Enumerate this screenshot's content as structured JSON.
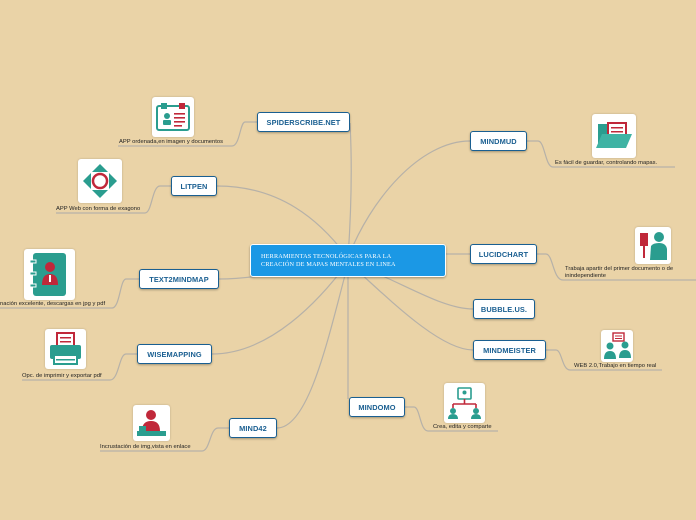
{
  "central": {
    "line1": "HERRAMIENTAS TECNOLÓGICAS PARA LA",
    "line2": "CREACIÓN DE MAPAS MENTALES EN LINEA"
  },
  "nodes": {
    "spiderscribe": {
      "label": "SPIDERSCRIBE.NET",
      "note": "APP ordenada,en imagen y documentos",
      "icon": "id-card-icon"
    },
    "litpen": {
      "label": "LITPEN",
      "note": "APP Web con forma de exagono",
      "icon": "directional-arrows-icon"
    },
    "text2mindmap": {
      "label": "TEXT2MINDMAP",
      "note": "nación excelente, descargas en jpg y pdf",
      "icon": "address-book-icon"
    },
    "wisemapping": {
      "label": "WISEMAPPING",
      "note": "Opc. de imprimir y exportar pdf",
      "icon": "printer-icon"
    },
    "mind42": {
      "label": "MIND42",
      "note": "Incrustación de img,vista en enlace",
      "icon": "user-desk-icon"
    },
    "mindmud": {
      "label": "MINDMUD",
      "note": "Es fácil de guardar, controlando mapas.",
      "icon": "folder-icon"
    },
    "lucidchart": {
      "label": "LUCIDCHART",
      "note1": "Trabaja apartir del primer documento o de",
      "note2": "inindependiente",
      "icon": "presenter-icon"
    },
    "bubble": {
      "label": "BUBBLE.US."
    },
    "mindmeister": {
      "label": "MINDMEISTER",
      "note": "WEB 2.0,Trabajo en tiempo real",
      "icon": "chat-users-icon"
    },
    "mindomo": {
      "label": "MINDOMO",
      "note": "Crea, edita y comparte",
      "icon": "org-chart-icon"
    }
  },
  "colors": {
    "background": "#ead3a7",
    "central_fill": "#1b98e5",
    "node_border": "#1a5f91",
    "connector": "#b6b1a8",
    "icon_teal": "#2a9d8f",
    "icon_red": "#c0283a"
  }
}
